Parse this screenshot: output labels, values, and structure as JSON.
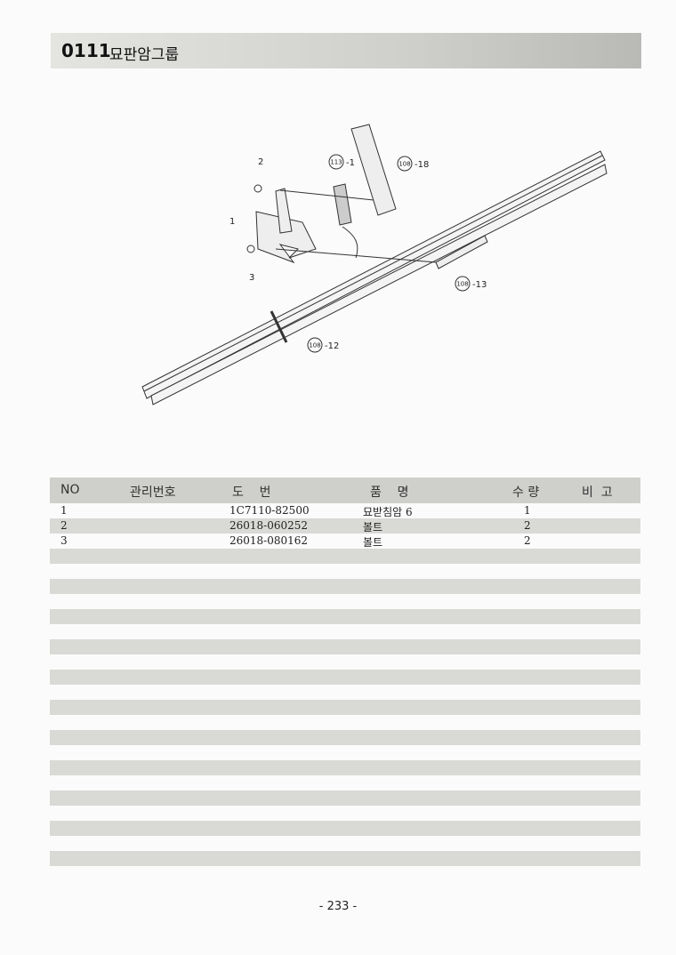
{
  "header": {
    "code": "0111",
    "title": "묘판암그룹"
  },
  "diagram": {
    "callouts": [
      "2",
      "1",
      "3",
      "113",
      "-1",
      "108",
      "-18",
      "108",
      "-13",
      "108",
      "-12"
    ]
  },
  "table": {
    "headers": {
      "no": "NO",
      "mgmt": "관리번호",
      "part": "도    번",
      "name": "품    명",
      "qty": "수 량",
      "remark": "비  고"
    },
    "rows": [
      {
        "no": "1",
        "part": "1C7110-82500",
        "name": "묘받침암 6",
        "qty": "1"
      },
      {
        "no": "2",
        "part": "26018-060252",
        "name": "볼트",
        "qty": "2"
      },
      {
        "no": "3",
        "part": "26018-080162",
        "name": "볼트",
        "qty": "2"
      }
    ]
  },
  "page_number": "- 233 -"
}
